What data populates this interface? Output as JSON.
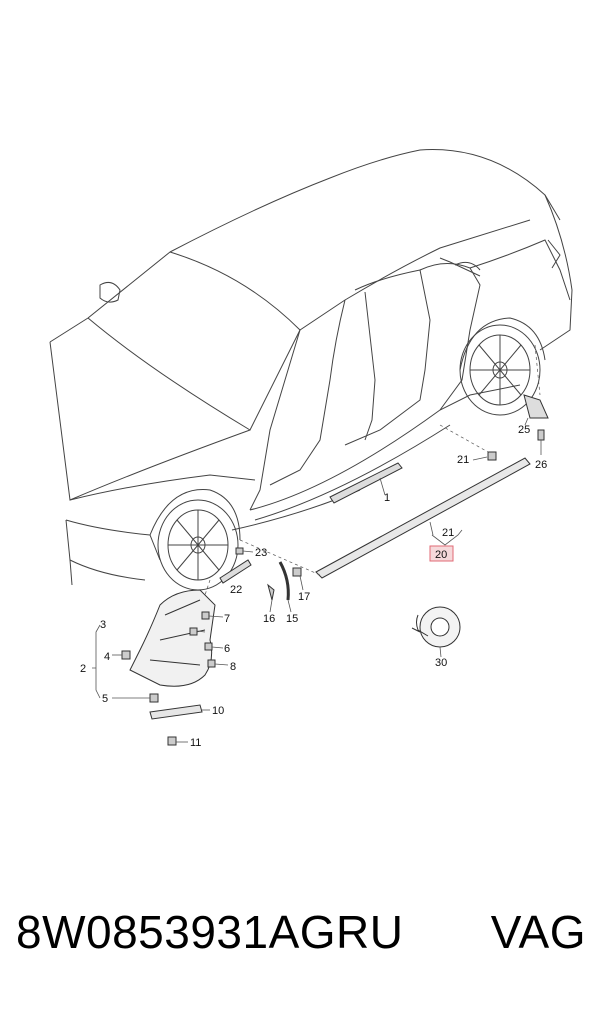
{
  "diagram": {
    "callouts": [
      "1",
      "2",
      "3",
      "4",
      "5",
      "6",
      "7",
      "8",
      "10",
      "11",
      "15",
      "16",
      "17",
      "20",
      "21",
      "21",
      "22",
      "23",
      "25",
      "26",
      "30"
    ],
    "highlighted_callout": "20",
    "highlight_color": "#e06a74"
  },
  "footer": {
    "part_number": "8W0853931AGRU",
    "brand": "VAG"
  }
}
